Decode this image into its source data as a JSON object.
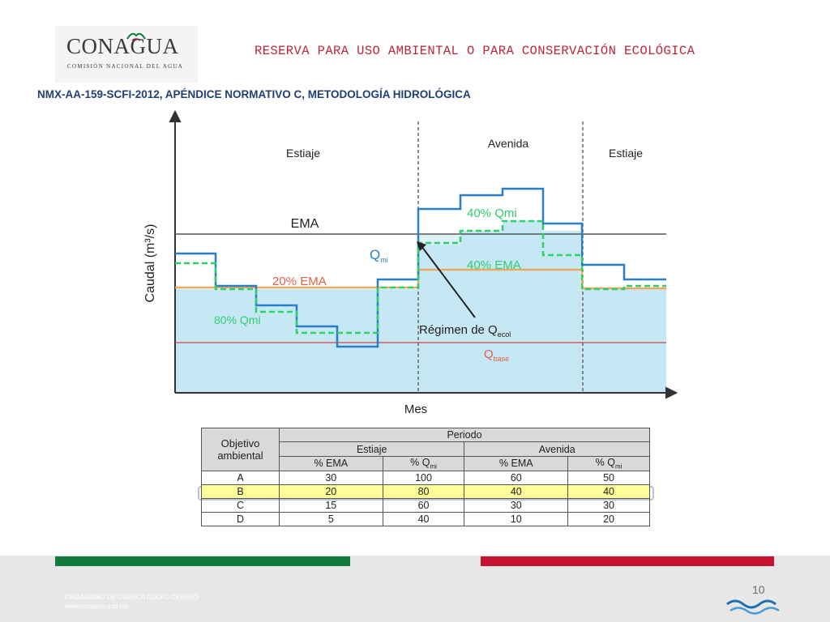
{
  "header": {
    "logo_text": "CONAGUA",
    "logo_subtext": "COMISIÓN NACIONAL DEL AGUA",
    "title": "RESERVA PARA USO AMBIENTAL O PARA CONSERVACIÓN ECOLÓGICA",
    "subtitle": "NMX-AA-159-SCFI-2012, APÉNDICE NORMATIVO C, METODOLOGÍA HIDROLÓGICA"
  },
  "diagram": {
    "y_axis_label": "Caudal (m³/s)",
    "x_axis_label": "Mes",
    "period_left": "Estiaje",
    "period_middle": "Avenida",
    "period_right": "Estiaje",
    "ema_label": "EMA",
    "qmi_label": "Q",
    "qmi_sub": "mi",
    "qecol_label": "Régimen de Q",
    "qecol_sub": "ecol",
    "qbase_label": "Q",
    "qbase_sub": "base",
    "annot_40_qmi": "40% Qmi",
    "annot_40_ema": "40% EMA",
    "annot_20_ema": "20% EMA",
    "annot_80_qmi": "80% Qmi",
    "colors": {
      "fill": "#c6e8f5",
      "qmi_line": "#2a7fc4",
      "qecol_dashed": "#2ed06a",
      "ema_line": "#555555",
      "ema_pct_line": "#f0a860",
      "qbase_line": "#d04040",
      "qbase_text": "#e0624a",
      "qmi_text": "#2a7fc4",
      "annot_green": "#2ecc71",
      "annot_orange": "#e0624a"
    }
  },
  "table": {
    "objective_header_line1": "Objetivo",
    "objective_header_line2": "ambiental",
    "period_header": "Periodo",
    "season_estiaje": "Estiaje",
    "season_avenida": "Avenida",
    "col_ema": "% EMA",
    "col_qmi": "% Q",
    "col_qmi_sub": "mi",
    "rows": [
      {
        "objective": "A",
        "estiaje_ema": "30",
        "estiaje_qmi": "100",
        "avenida_ema": "60",
        "avenida_qmi": "50"
      },
      {
        "objective": "B",
        "estiaje_ema": "20",
        "estiaje_qmi": "80",
        "avenida_ema": "40",
        "avenida_qmi": "40"
      },
      {
        "objective": "C",
        "estiaje_ema": "15",
        "estiaje_qmi": "60",
        "avenida_ema": "30",
        "avenida_qmi": "30"
      },
      {
        "objective": "D",
        "estiaje_ema": "5",
        "estiaje_qmi": "40",
        "avenida_ema": "10",
        "avenida_qmi": "20"
      }
    ],
    "highlight_color": "#ffff99"
  },
  "footer": {
    "org": "ORGANISMO DE CUENCA GOLFO CENTRO",
    "website": "www.conagua.gob.mx",
    "page_number": "10",
    "green": "#127a3c",
    "red": "#c41230"
  }
}
